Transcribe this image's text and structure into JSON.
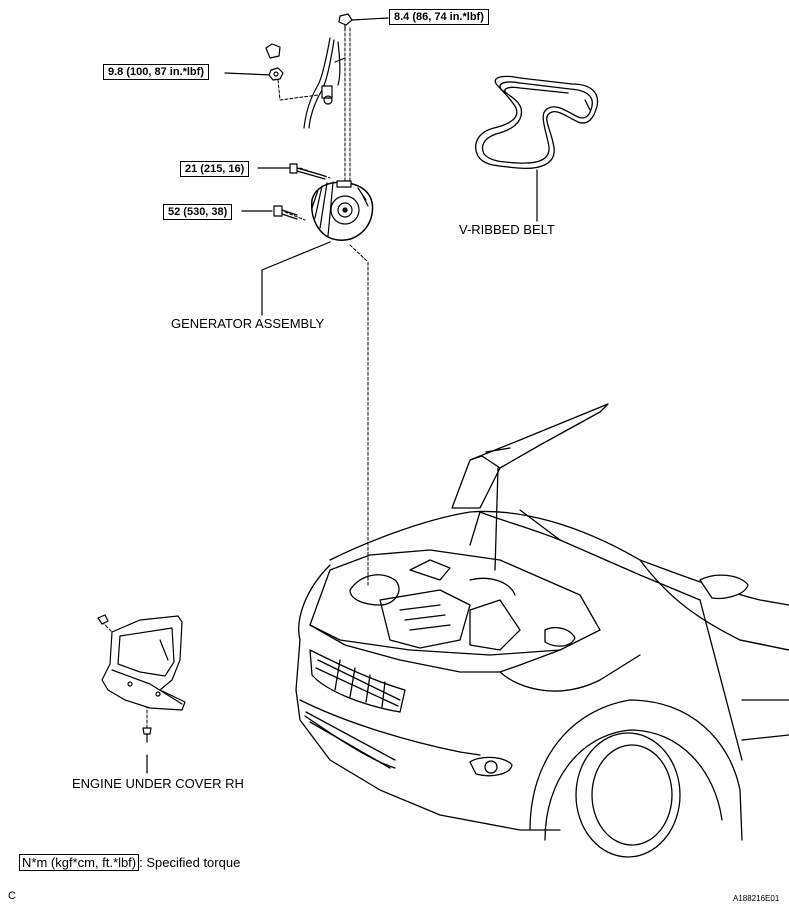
{
  "torque_specs": {
    "bolt_top": "8.4 (86, 74 in.*lbf)",
    "nut_terminal": "9.8 (100, 87 in.*lbf)",
    "bolt_upper": "21 (215, 16)",
    "bolt_lower": "52 (530, 38)"
  },
  "part_labels": {
    "v_ribbed_belt": "V-RIBBED BELT",
    "generator_assembly": "GENERATOR ASSEMBLY",
    "engine_under_cover": "ENGINE UNDER COVER RH"
  },
  "legend": {
    "unit_box": "N*m (kgf*cm, ft.*lbf)",
    "description": ": Specified torque"
  },
  "corner_letter": "C",
  "figure_id": "A188216E01"
}
